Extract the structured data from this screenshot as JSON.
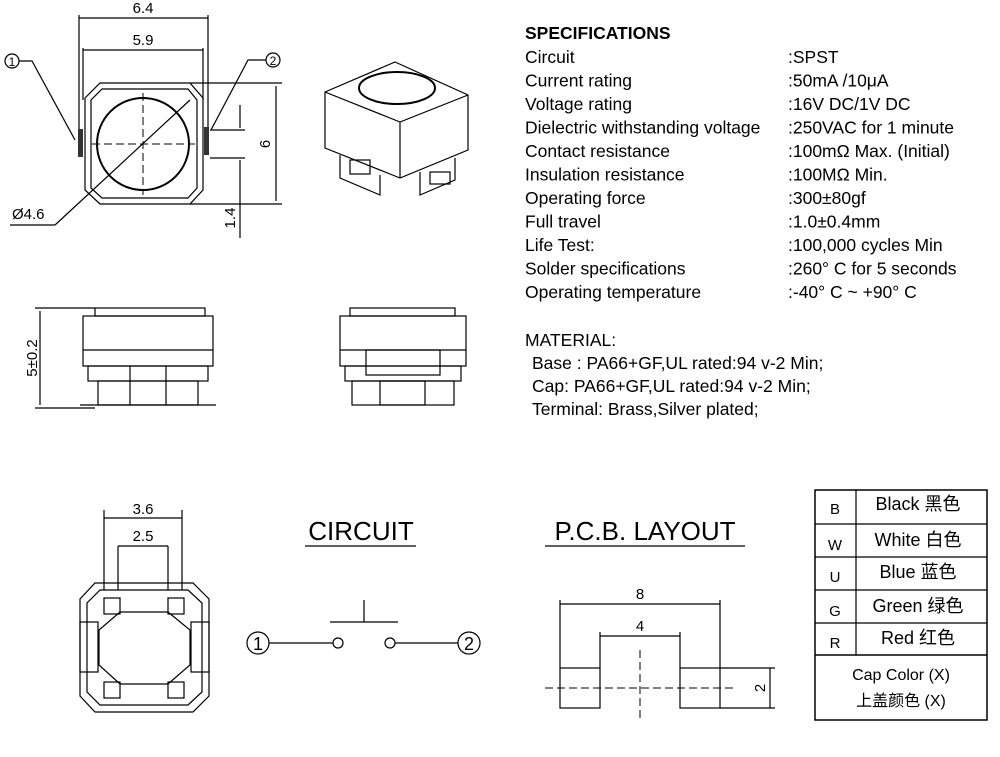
{
  "top_view": {
    "dim_width_outer": "6.4",
    "dim_width_inner": "5.9",
    "dim_height": "6",
    "dim_offset": "1.4",
    "dim_diameter": "Ø4.6",
    "pin1": "1",
    "pin2": "2"
  },
  "side_view": {
    "dim_height": "5±0.2"
  },
  "bottom_view": {
    "dim_outer": "3.6",
    "dim_inner": "2.5"
  },
  "specifications": {
    "title": "SPECIFICATIONS",
    "rows": [
      {
        "label": "Circuit",
        "value": ":SPST"
      },
      {
        "label": "Current rating",
        "value": ":50mA /10μA"
      },
      {
        "label": "Voltage rating",
        "value": ":16V DC/1V DC"
      },
      {
        "label": "Dielectric withstanding voltage",
        "value": ":250VAC for 1 minute"
      },
      {
        "label": "Contact resistance",
        "value": ":100mΩ  Max. (Initial)"
      },
      {
        "label": "Insulation resistance",
        "value": ":100MΩ  Min."
      },
      {
        "label": "Operating force",
        "value": ":300±80gf"
      },
      {
        "label": "Full travel",
        "value": ":1.0±0.4mm"
      },
      {
        "label": "Life Test:",
        "value": ":100,000 cycles Min"
      },
      {
        "label": "Solder specifications",
        "value": ":260° C for 5 seconds"
      },
      {
        "label": "Operating temperature",
        "value": ":-40° C ~ +90° C"
      }
    ]
  },
  "material": {
    "title": "MATERIAL:",
    "lines": [
      "Base : PA66+GF,UL rated:94 v-2 Min;",
      "Cap: PA66+GF,UL rated:94 v-2 Min;",
      "Terminal: Brass,Silver plated;"
    ]
  },
  "circuit": {
    "title": "CIRCUIT",
    "pin1": "1",
    "pin2": "2"
  },
  "pcb_layout": {
    "title": "P.C.B. LAYOUT",
    "dim_outer": "8",
    "dim_inner": "4",
    "dim_height": "2"
  },
  "cap_colors": {
    "rows": [
      {
        "code": "B",
        "name": "Black 黑色"
      },
      {
        "code": "W",
        "name": "White  白色"
      },
      {
        "code": "U",
        "name": "Blue  蓝色"
      },
      {
        "code": "G",
        "name": "Green 绿色"
      },
      {
        "code": "R",
        "name": "Red   红色"
      }
    ],
    "footer_en": "Cap Color (X)",
    "footer_cn": "上盖颜色 (X)"
  }
}
